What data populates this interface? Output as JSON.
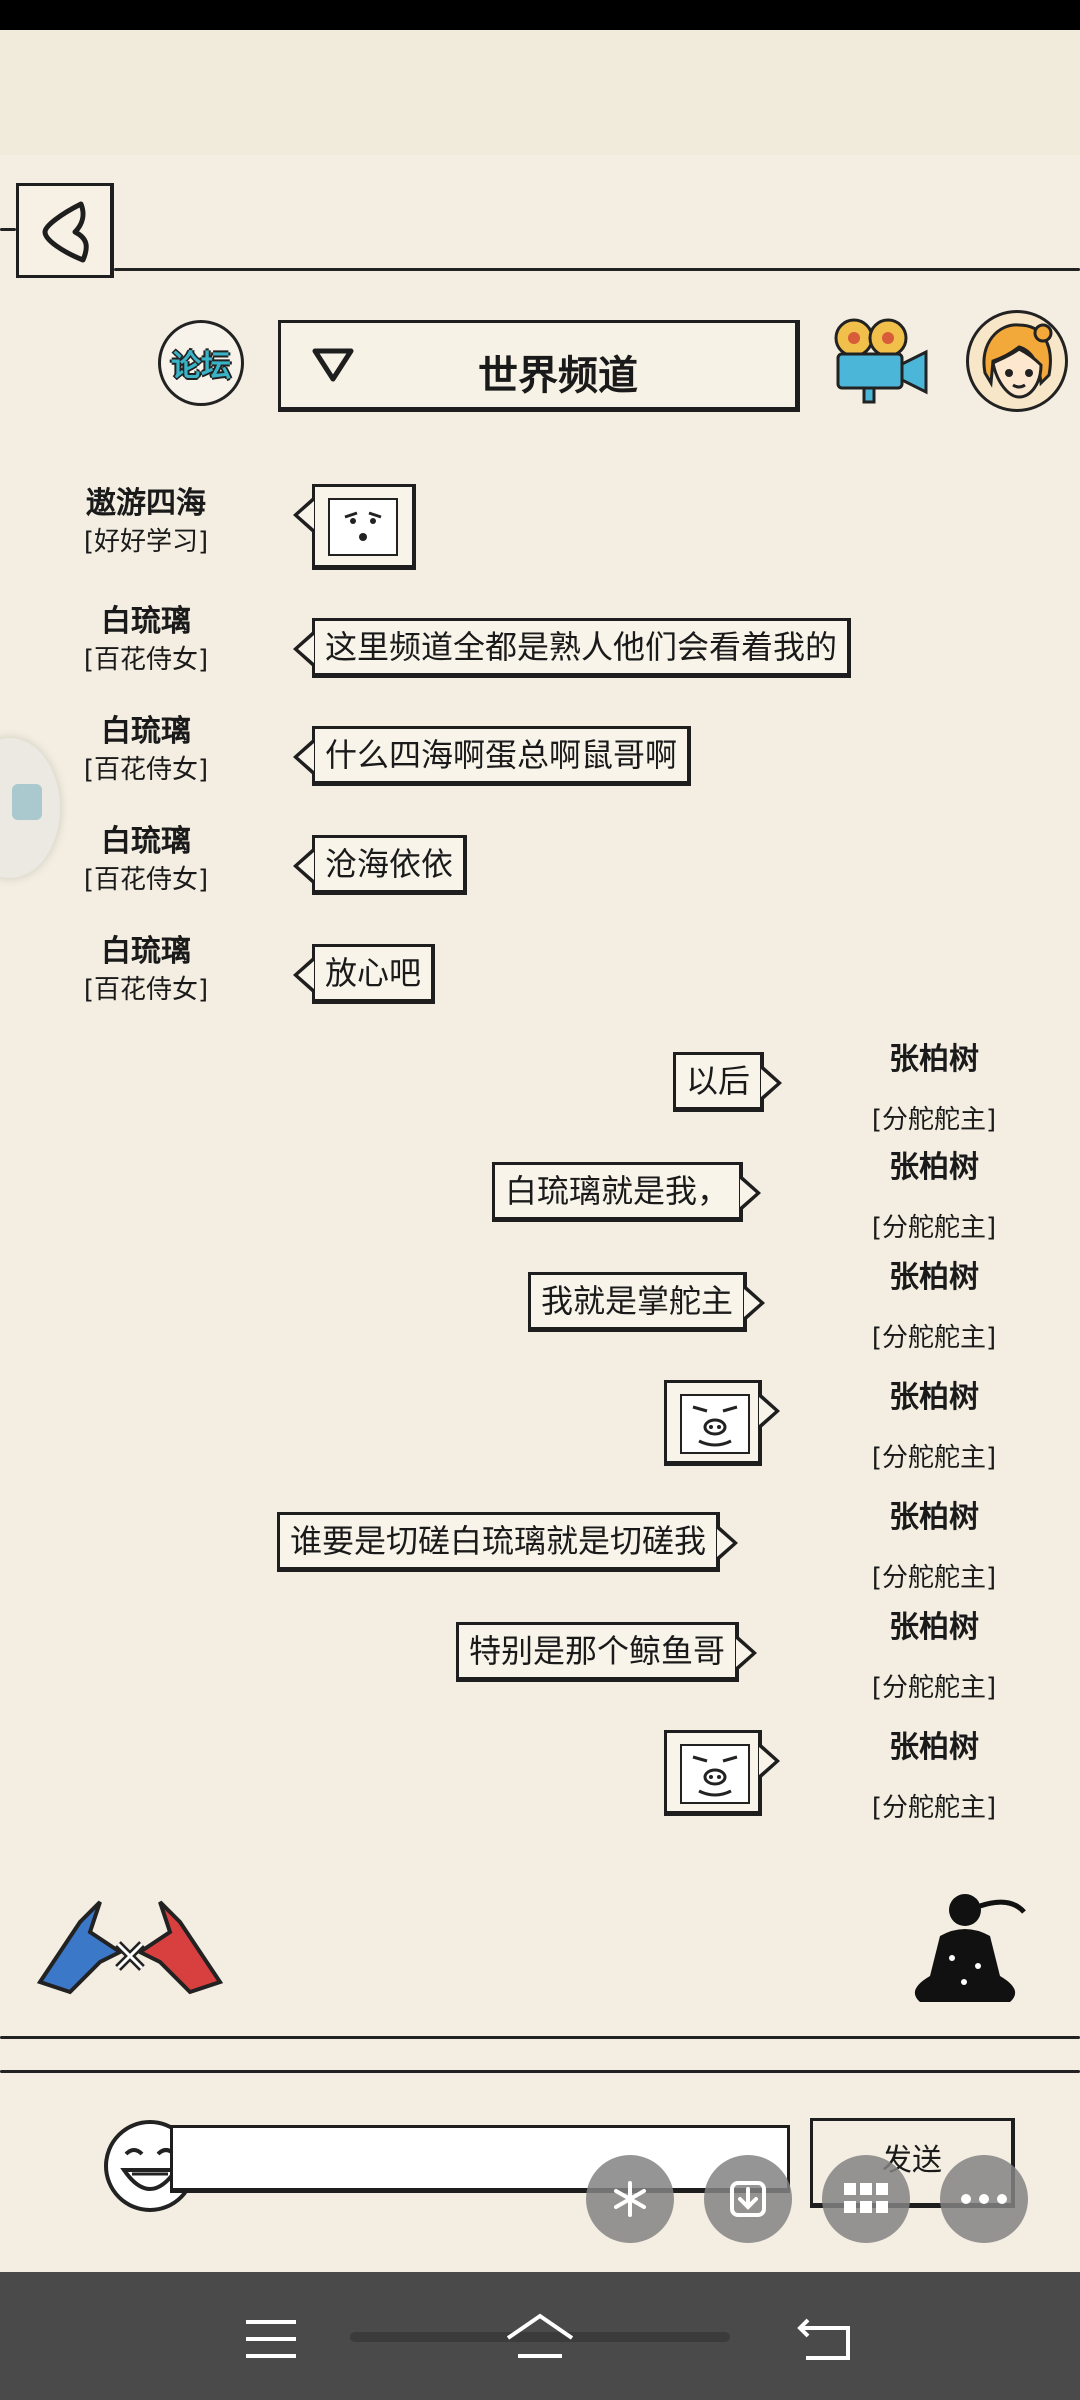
{
  "header": {
    "forum_label": "论坛",
    "channel_title": "世界频道"
  },
  "messages_left": [
    {
      "name": "遨游四海",
      "role": "[好好学习]",
      "type": "sticker"
    },
    {
      "name": "白琉璃",
      "role": "[百花侍女]",
      "text": "这里频道全都是熟人他们会看着我的"
    },
    {
      "name": "白琉璃",
      "role": "[百花侍女]",
      "text": "什么四海啊蛋总啊鼠哥啊"
    },
    {
      "name": "白琉璃",
      "role": "[百花侍女]",
      "text": "沧海依依"
    },
    {
      "name": "白琉璃",
      "role": "[百花侍女]",
      "text": "放心吧"
    }
  ],
  "messages_right": [
    {
      "name": "张柏树",
      "role": "[分舵舵主]",
      "text": "以后"
    },
    {
      "name": "张柏树",
      "role": "[分舵舵主]",
      "text": "白琉璃就是我，"
    },
    {
      "name": "张柏树",
      "role": "[分舵舵主]",
      "text": "我就是掌舵主"
    },
    {
      "name": "张柏树",
      "role": "[分舵舵主]",
      "type": "sticker"
    },
    {
      "name": "张柏树",
      "role": "[分舵舵主]",
      "text": "谁要是切磋白琉璃就是切磋我"
    },
    {
      "name": "张柏树",
      "role": "[分舵舵主]",
      "text": "特别是那个鲸鱼哥"
    },
    {
      "name": "张柏树",
      "role": "[分舵舵主]",
      "type": "sticker"
    }
  ],
  "input": {
    "value": "",
    "send_label": "发送"
  },
  "float_buttons": [
    "sparkle-icon",
    "download-icon",
    "grid-icon",
    "more-icon"
  ],
  "nav": [
    "menu-icon",
    "home-icon",
    "back-icon"
  ]
}
